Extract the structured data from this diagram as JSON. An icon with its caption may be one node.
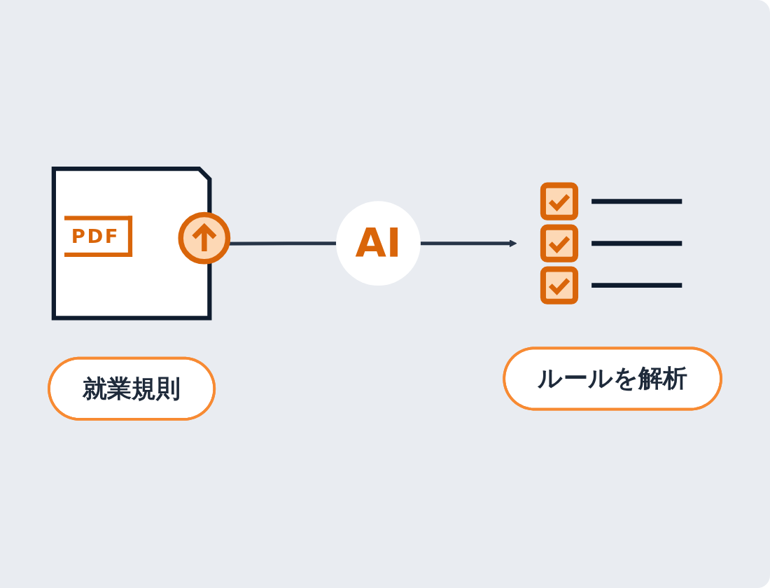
{
  "diagram": {
    "nodes": [
      {
        "text": [
          "PDF"
        ]
      },
      {
        "text": [
          "AI"
        ]
      },
      {
        "text": [],
        "shape": "picture"
      },
      {
        "text": [
          "就業規則"
        ]
      },
      {
        "text": [
          "ルールを解析"
        ]
      }
    ],
    "edges": [
      {
        "from": 0,
        "to": 1,
        "arrow": "none"
      },
      {
        "from": 1,
        "to": 2,
        "arrow": "to"
      }
    ]
  }
}
